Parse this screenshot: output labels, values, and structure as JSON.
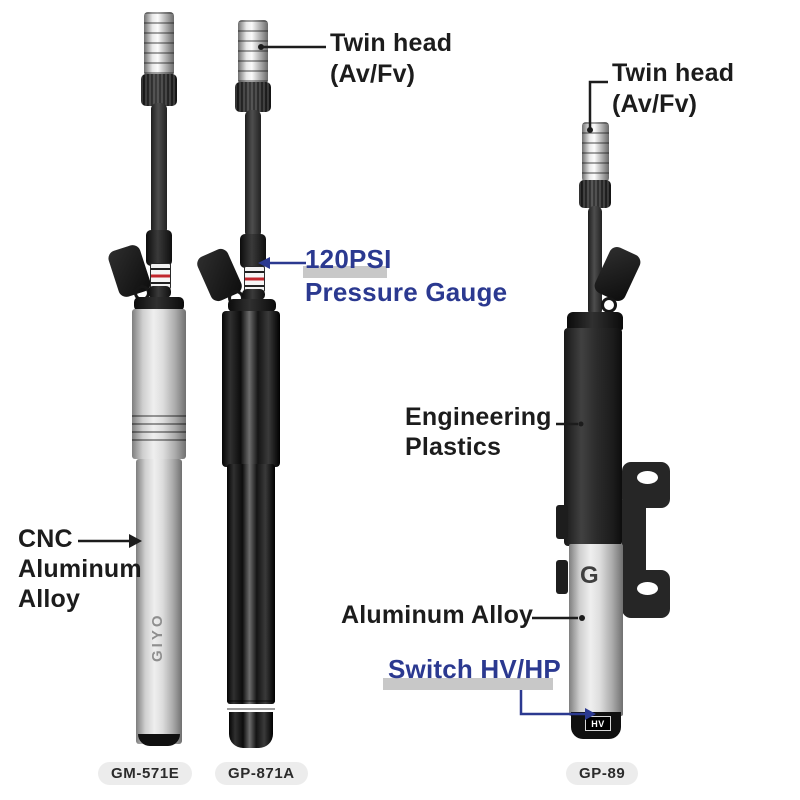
{
  "callouts": {
    "twin_head_left": {
      "title": "Twin head",
      "subtitle": "(Av/Fv)"
    },
    "twin_head_right": {
      "title": "Twin head",
      "subtitle": "(Av/Fv)"
    },
    "pressure_gauge": {
      "title": "120PSI",
      "subtitle": "Pressure Gauge"
    },
    "engineering_plastics": {
      "line1": "Engineering",
      "line2": "Plastics"
    },
    "cnc_aluminum_alloy": {
      "line1": "CNC",
      "line2": "Aluminum",
      "line3": "Alloy"
    },
    "aluminum_alloy": {
      "label": "Aluminum Alloy"
    },
    "switch_hv_hp": {
      "label": "Switch HV/HP"
    }
  },
  "models": {
    "left": "GM-571E",
    "middle": "GP-871A",
    "right": "GP-89"
  },
  "marks": {
    "barrel_logo": "GIYO",
    "g_logo": "G",
    "hv_label": "HV"
  },
  "colors": {
    "accent_blue": "#2b3990",
    "text": "#1c1c1c",
    "highlight_gray": "#c8c8c8",
    "badge_bg": "#ececec",
    "gauge_red": "#c1272d"
  }
}
